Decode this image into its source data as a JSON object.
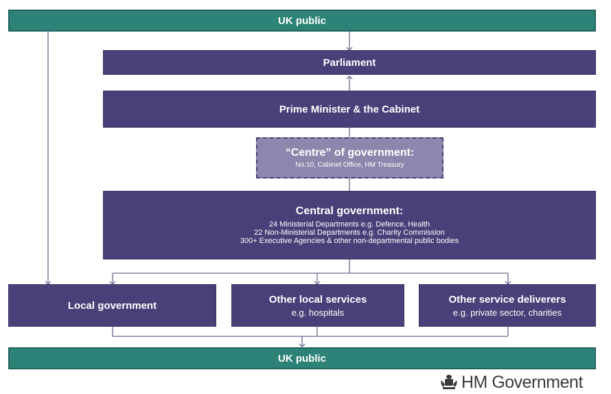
{
  "top_public": "UK public",
  "parliament": "Parliament",
  "pm_cabinet": "Prime Minister & the Cabinet",
  "centre": {
    "title": "“Centre” of government:",
    "subtitle": "No.10, Cabinet Office, HM Treasury"
  },
  "central": {
    "title": "Central government:",
    "lines": [
      "24 Ministerial Departments e.g. Defence, Health",
      "22 Non-Ministerial Departments e.g. Charity Commission",
      "300+ Executive Agencies & other non-departmental public bodies"
    ]
  },
  "local_government": "Local government",
  "other_local": {
    "title": "Other local services",
    "sub": "e.g. hospitals"
  },
  "other_deliverers": {
    "title": "Other service deliverers",
    "sub": "e.g. private sector, charities"
  },
  "bottom_public": "UK public",
  "logo": {
    "text": "HM Government",
    "icon": "royal-crest-icon"
  },
  "colors": {
    "teal": "#2e8378",
    "purple": "#4a3f78",
    "centre": "#8f86ad",
    "connector": "#6b6890"
  }
}
